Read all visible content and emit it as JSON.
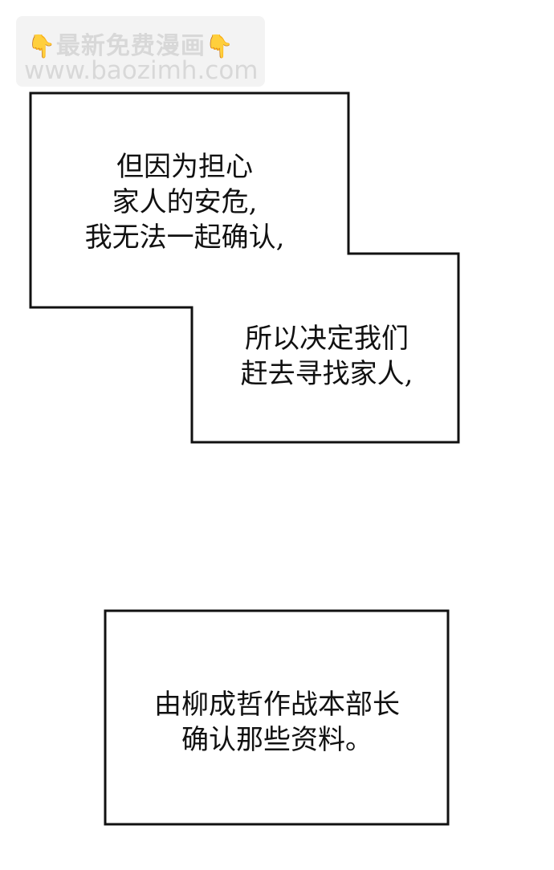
{
  "watermark": {
    "line1": "最新免费漫画",
    "line2": "www.baozimh.com",
    "icon_color": "#f3b52c"
  },
  "box1": {
    "lines": [
      "但因为担心",
      "家人的安危,",
      "我无法一起确认,"
    ]
  },
  "box2": {
    "lines": [
      "所以决定我们",
      "赶去寻找家人,"
    ]
  },
  "box3": {
    "lines": [
      "由柳成哲作战本部长",
      "确认那些资料。"
    ]
  }
}
